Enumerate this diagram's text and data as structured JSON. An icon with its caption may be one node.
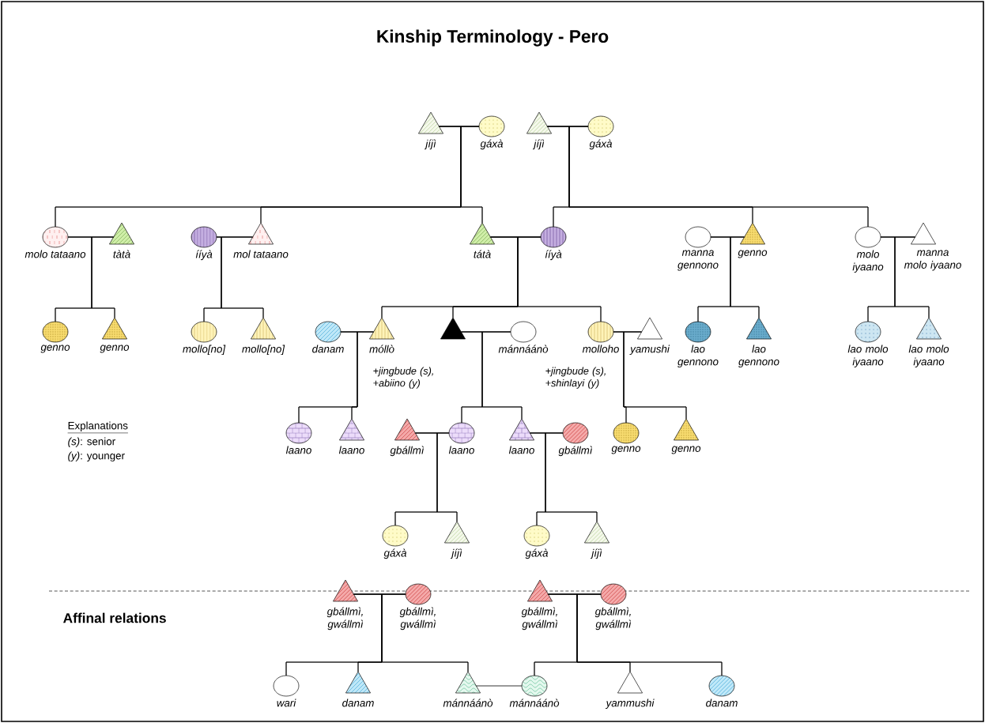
{
  "diagram": {
    "title": "Kinship Terminology - Pero",
    "nodes": [
      {
        "text": [],
        "shape": "triangle",
        "beside": [
          "jíjì"
        ]
      },
      {
        "text": [],
        "shape": "circle",
        "beside": [
          "gáxà"
        ]
      },
      {
        "text": [],
        "shape": "triangle",
        "beside": [
          "jíjì"
        ]
      },
      {
        "text": [],
        "shape": "circle",
        "beside": [
          "gáxà"
        ]
      },
      {
        "text": [],
        "shape": "circle",
        "beside": [
          "molo tataano"
        ]
      },
      {
        "text": [],
        "shape": "triangle",
        "beside": [
          "tàtà"
        ]
      },
      {
        "text": [],
        "shape": "circle",
        "beside": [
          "ííyà"
        ]
      },
      {
        "text": [],
        "shape": "triangle",
        "beside": [
          "mol tataano"
        ]
      },
      {
        "text": [],
        "shape": "triangle",
        "beside": [
          "tátà"
        ]
      },
      {
        "text": [],
        "shape": "circle",
        "beside": [
          "ííyà"
        ]
      },
      {
        "text": [],
        "shape": "circle",
        "beside": [
          "manna gennono"
        ]
      },
      {
        "text": [],
        "shape": "triangle",
        "beside": [
          "genno"
        ]
      },
      {
        "text": [],
        "shape": "circle",
        "beside": [
          "molo iyaano"
        ]
      },
      {
        "text": [],
        "shape": "triangle",
        "beside": [
          "manna molo iyaano"
        ]
      },
      {
        "text": [],
        "shape": "circle",
        "beside": [
          "genno"
        ]
      },
      {
        "text": [],
        "shape": "triangle",
        "beside": [
          "genno"
        ]
      },
      {
        "text": [],
        "shape": "circle",
        "beside": [
          "mollo[no]"
        ]
      },
      {
        "text": [],
        "shape": "triangle",
        "beside": [
          "mollo[no]"
        ]
      },
      {
        "text": [],
        "shape": "circle",
        "beside": [
          "danam"
        ]
      },
      {
        "text": [],
        "shape": "triangle",
        "beside": [
          "móllò",
          "+jingbude (s), +abiino (y)"
        ]
      },
      {
        "text": [],
        "shape": "triangle"
      },
      {
        "text": [],
        "shape": "circle",
        "beside": [
          "mánnáánò"
        ]
      },
      {
        "text": [],
        "shape": "circle",
        "beside": [
          "molloho",
          "+jingbude (s), +shinlayi (y)"
        ]
      },
      {
        "text": [],
        "shape": "triangle",
        "beside": [
          "yamushi"
        ]
      },
      {
        "text": [],
        "shape": "circle",
        "beside": [
          "lao gennono"
        ]
      },
      {
        "text": [],
        "shape": "triangle",
        "beside": [
          "lao gennono"
        ]
      },
      {
        "text": [],
        "shape": "circle",
        "beside": [
          "lao molo iyaano"
        ]
      },
      {
        "text": [],
        "shape": "triangle",
        "beside": [
          "lao molo iyaano"
        ]
      },
      {
        "text": [],
        "shape": "circle",
        "beside": [
          "laano"
        ]
      },
      {
        "text": [],
        "shape": "triangle",
        "beside": [
          "laano"
        ]
      },
      {
        "text": [],
        "shape": "triangle",
        "beside": [
          "gbállmì"
        ]
      },
      {
        "text": [],
        "shape": "circle",
        "beside": [
          "laano"
        ]
      },
      {
        "text": [],
        "shape": "triangle",
        "beside": [
          "laano"
        ]
      },
      {
        "text": [],
        "shape": "circle",
        "beside": [
          "gbállmì"
        ]
      },
      {
        "text": [],
        "shape": "circle",
        "beside": [
          "genno"
        ]
      },
      {
        "text": [],
        "shape": "triangle",
        "beside": [
          "genno"
        ]
      },
      {
        "text": [],
        "shape": "circle",
        "beside": [
          "gáxà"
        ]
      },
      {
        "text": [],
        "shape": "triangle",
        "beside": [
          "jíjì"
        ]
      },
      {
        "text": [],
        "shape": "circle",
        "beside": [
          "gáxà"
        ]
      },
      {
        "text": [],
        "shape": "triangle",
        "beside": [
          "jíjì"
        ]
      },
      {
        "text": [],
        "shape": "triangle",
        "beside": [
          "gbállmì, gwállmì"
        ]
      },
      {
        "text": [],
        "shape": "circle",
        "beside": [
          "gbállmì, gwállmì"
        ]
      },
      {
        "text": [],
        "shape": "triangle",
        "beside": [
          "gbállmì, gwállmì"
        ]
      },
      {
        "text": [],
        "shape": "circle",
        "beside": [
          "gbállmì, gwállmì"
        ]
      },
      {
        "text": [],
        "shape": "circle",
        "beside": [
          "wari"
        ]
      },
      {
        "text": [],
        "shape": "triangle",
        "beside": [
          "danam"
        ]
      },
      {
        "text": [],
        "shape": "triangle",
        "beside": [
          "mánnáánò"
        ]
      },
      {
        "text": [],
        "shape": "circle",
        "beside": [
          "mánnáánò"
        ]
      },
      {
        "text": [],
        "shape": "triangle",
        "beside": [
          "yammushi"
        ]
      },
      {
        "text": [],
        "shape": "circle",
        "beside": [
          "danam"
        ]
      }
    ],
    "edges": [
      {
        "from": 0,
        "to": 1,
        "arrow": "none"
      },
      {
        "from": 2,
        "to": 3,
        "arrow": "none"
      },
      {
        "from": 4,
        "to": 5,
        "arrow": "none"
      },
      {
        "from": 6,
        "to": 7,
        "arrow": "none"
      },
      {
        "from": 8,
        "to": 9,
        "arrow": "none"
      },
      {
        "from": 10,
        "to": 11,
        "arrow": "none"
      },
      {
        "from": 12,
        "to": 13,
        "arrow": "none"
      },
      {
        "from": 18,
        "to": 19,
        "arrow": "none"
      },
      {
        "from": 20,
        "to": 21,
        "arrow": "none"
      },
      {
        "from": 22,
        "to": 23,
        "arrow": "none"
      },
      {
        "from": 30,
        "to": 31,
        "arrow": "none"
      },
      {
        "from": 32,
        "to": 33,
        "arrow": "none"
      },
      {
        "from": 40,
        "to": 41,
        "arrow": "none"
      },
      {
        "from": 42,
        "to": 43,
        "arrow": "none"
      },
      {
        "from": 46,
        "to": 47,
        "arrow": "none"
      },
      {
        "from": 0,
        "to": 4,
        "arrow": "none"
      },
      {
        "from": 1,
        "to": 4,
        "arrow": "none"
      },
      {
        "from": 0,
        "to": 7,
        "arrow": "none"
      },
      {
        "from": 1,
        "to": 7,
        "arrow": "none"
      },
      {
        "from": 0,
        "to": 8,
        "arrow": "none"
      },
      {
        "from": 1,
        "to": 8,
        "arrow": "none"
      },
      {
        "from": 2,
        "to": 9,
        "arrow": "none"
      },
      {
        "from": 3,
        "to": 9,
        "arrow": "none"
      },
      {
        "from": 2,
        "to": 11,
        "arrow": "none"
      },
      {
        "from": 3,
        "to": 11,
        "arrow": "none"
      },
      {
        "from": 2,
        "to": 12,
        "arrow": "none"
      },
      {
        "from": 3,
        "to": 12,
        "arrow": "none"
      },
      {
        "from": 4,
        "to": 14,
        "arrow": "none"
      },
      {
        "from": 5,
        "to": 14,
        "arrow": "none"
      },
      {
        "from": 4,
        "to": 15,
        "arrow": "none"
      },
      {
        "from": 5,
        "to": 15,
        "arrow": "none"
      },
      {
        "from": 6,
        "to": 16,
        "arrow": "none"
      },
      {
        "from": 7,
        "to": 16,
        "arrow": "none"
      },
      {
        "from": 6,
        "to": 17,
        "arrow": "none"
      },
      {
        "from": 7,
        "to": 17,
        "arrow": "none"
      },
      {
        "from": 8,
        "to": 19,
        "arrow": "none"
      },
      {
        "from": 9,
        "to": 19,
        "arrow": "none"
      },
      {
        "from": 8,
        "to": 20,
        "arrow": "none"
      },
      {
        "from": 9,
        "to": 20,
        "arrow": "none"
      },
      {
        "from": 8,
        "to": 22,
        "arrow": "none"
      },
      {
        "from": 9,
        "to": 22,
        "arrow": "none"
      },
      {
        "from": 10,
        "to": 24,
        "arrow": "none"
      },
      {
        "from": 11,
        "to": 24,
        "arrow": "none"
      },
      {
        "from": 10,
        "to": 25,
        "arrow": "none"
      },
      {
        "from": 11,
        "to": 25,
        "arrow": "none"
      },
      {
        "from": 12,
        "to": 26,
        "arrow": "none"
      },
      {
        "from": 13,
        "to": 26,
        "arrow": "none"
      },
      {
        "from": 12,
        "to": 27,
        "arrow": "none"
      },
      {
        "from": 13,
        "to": 27,
        "arrow": "none"
      },
      {
        "from": 18,
        "to": 28,
        "arrow": "none"
      },
      {
        "from": 19,
        "to": 28,
        "arrow": "none"
      },
      {
        "from": 18,
        "to": 29,
        "arrow": "none"
      },
      {
        "from": 19,
        "to": 29,
        "arrow": "none"
      },
      {
        "from": 20,
        "to": 31,
        "arrow": "none"
      },
      {
        "from": 21,
        "to": 31,
        "arrow": "none"
      },
      {
        "from": 20,
        "to": 32,
        "arrow": "none"
      },
      {
        "from": 21,
        "to": 32,
        "arrow": "none"
      },
      {
        "from": 22,
        "to": 34,
        "arrow": "none"
      },
      {
        "from": 23,
        "to": 34,
        "arrow": "none"
      },
      {
        "from": 22,
        "to": 35,
        "arrow": "none"
      },
      {
        "from": 23,
        "to": 35,
        "arrow": "none"
      },
      {
        "from": 30,
        "to": 36,
        "arrow": "none"
      },
      {
        "from": 31,
        "to": 36,
        "arrow": "none"
      },
      {
        "from": 30,
        "to": 37,
        "arrow": "none"
      },
      {
        "from": 31,
        "to": 37,
        "arrow": "none"
      },
      {
        "from": 32,
        "to": 38,
        "arrow": "none"
      },
      {
        "from": 33,
        "to": 38,
        "arrow": "none"
      },
      {
        "from": 32,
        "to": 39,
        "arrow": "none"
      },
      {
        "from": 33,
        "to": 39,
        "arrow": "none"
      },
      {
        "from": 40,
        "to": 44,
        "arrow": "none"
      },
      {
        "from": 41,
        "to": 44,
        "arrow": "none"
      },
      {
        "from": 40,
        "to": 45,
        "arrow": "none"
      },
      {
        "from": 41,
        "to": 45,
        "arrow": "none"
      },
      {
        "from": 40,
        "to": 46,
        "arrow": "none"
      },
      {
        "from": 41,
        "to": 46,
        "arrow": "none"
      },
      {
        "from": 42,
        "to": 47,
        "arrow": "none"
      },
      {
        "from": 43,
        "to": 47,
        "arrow": "none"
      },
      {
        "from": 42,
        "to": 48,
        "arrow": "none"
      },
      {
        "from": 43,
        "to": 48,
        "arrow": "none"
      },
      {
        "from": 42,
        "to": 49,
        "arrow": "none"
      },
      {
        "from": 43,
        "to": 49,
        "arrow": "none"
      }
    ],
    "labels": [
      "Explanations",
      "*(s)*: senior",
      "*(y)*: younger",
      "Affinal relations"
    ]
  }
}
